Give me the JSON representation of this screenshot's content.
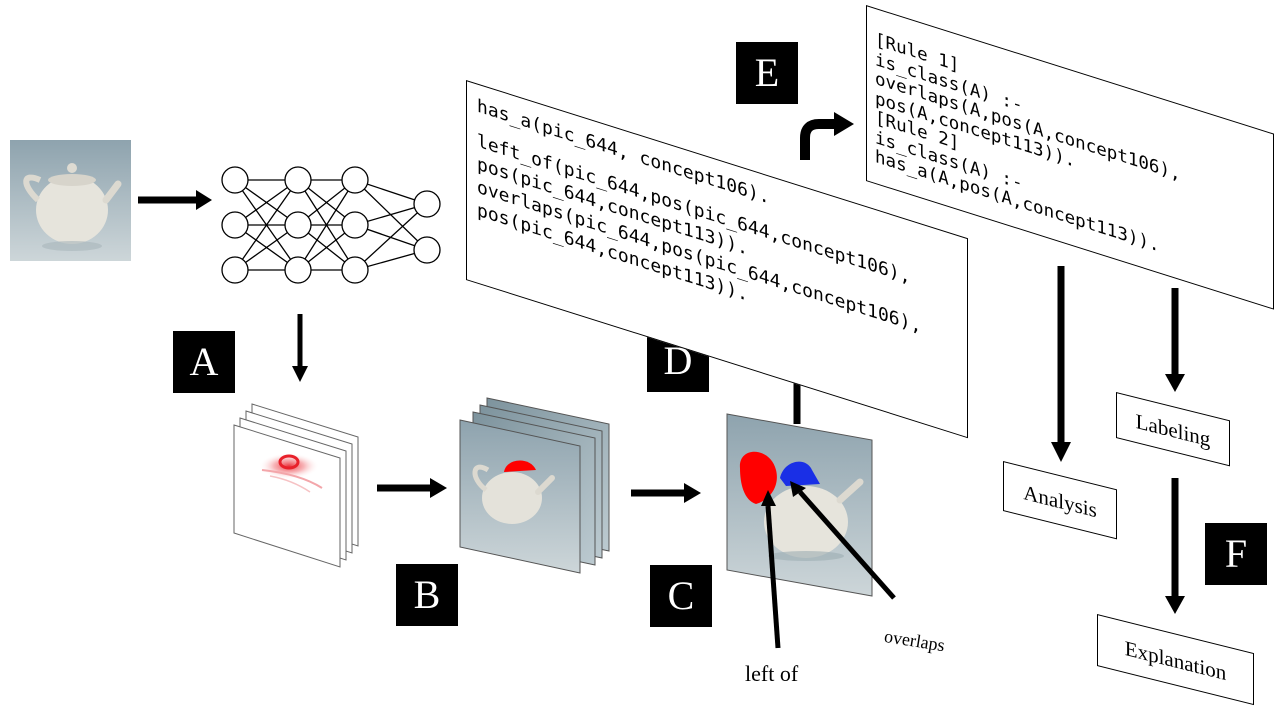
{
  "steps": {
    "a": "A",
    "b": "B",
    "c": "C",
    "d": "D",
    "e": "E",
    "f": "F"
  },
  "facts": {
    "line1": "has_a(pic_644, concept106).",
    "line2": "left_of(pic_644,pos(pic_644,concept106),",
    "line3": "pos(pic_644,concept113)).",
    "line4": "overlaps(pic_644,pos(pic_644,concept106),",
    "line5": "pos(pic_644,concept113))."
  },
  "rules": {
    "line1": "[Rule 1]",
    "line2": "is_class(A) :-",
    "line3": "overlaps(A,pos(A,concept106),",
    "line4": "pos(A,concept113)).",
    "line5": "[Rule 2]",
    "line6": "is_class(A) :-",
    "line7": "has_a(A,pos(A,concept113))."
  },
  "outputs": {
    "analysis": "Analysis",
    "labeling": "Labeling",
    "explanation": "Explanation"
  },
  "relations": {
    "left_of": "left of",
    "overlaps": "overlaps"
  },
  "colors": {
    "concept_red": "#ff0000",
    "concept_blue": "#1a2fe6",
    "photo_bg_top": "#8ea3ae",
    "photo_bg_bottom": "#c9d3d6",
    "teapot": "#e4e2da",
    "heatmap": "#e8202a"
  }
}
